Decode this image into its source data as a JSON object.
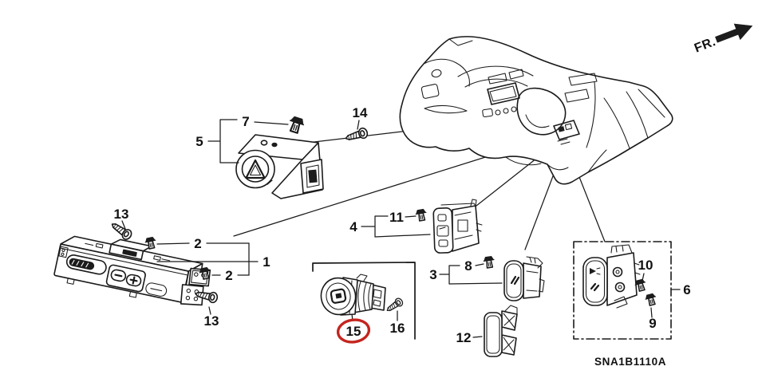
{
  "diagram": {
    "direction_label": "FR.",
    "drawing_code": "SNA1B1110A",
    "highlight_color": "#c4251f",
    "line_color": "#1a1a1a",
    "background_color": "#ffffff",
    "highlighted_callout": "15",
    "callouts": {
      "n1": "1",
      "n2a": "2",
      "n2b": "2",
      "n3": "3",
      "n4": "4",
      "n5": "5",
      "n6": "6",
      "n7": "7",
      "n8": "8",
      "n9": "9",
      "n10": "10",
      "n11": "11",
      "n12": "12",
      "n13a": "13",
      "n13b": "13",
      "n14": "14",
      "n15": "15",
      "n16": "16"
    }
  }
}
